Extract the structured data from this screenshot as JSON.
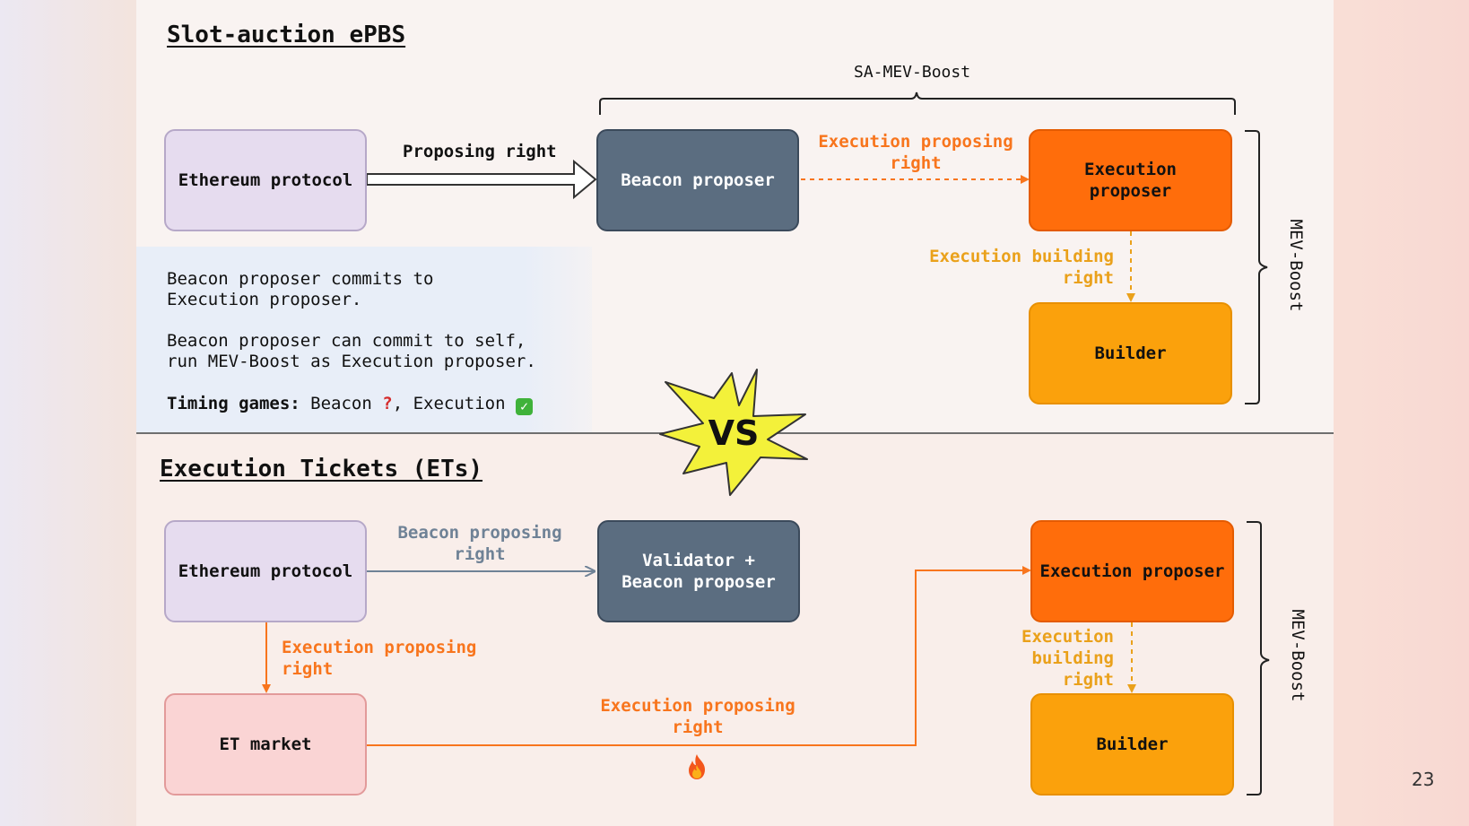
{
  "top": {
    "title": "Slot-auction ePBS",
    "brace_label": "SA-MEV-Boost",
    "side_label": "MEV-Boost",
    "eth_box": "Ethereum protocol",
    "beacon_box": "Beacon proposer",
    "exec_box": "Execution\nproposer",
    "builder_box": "Builder",
    "arrow_proposing": "Proposing right",
    "arrow_exec_proposing": "Execution proposing\nright",
    "arrow_exec_building": "Execution building\nright",
    "notes": {
      "line1": "Beacon proposer commits to\nExecution proposer.",
      "line2": "Beacon proposer can commit to self,\nrun MEV-Boost as Execution proposer.",
      "timing_label": "Timing games:",
      "timing_beacon": "Beacon",
      "timing_beacon_mark": "?",
      "timing_exec": ", Execution",
      "timing_exec_mark": "✓"
    }
  },
  "vs": "VS",
  "bottom": {
    "title": "Execution Tickets (ETs)",
    "side_label": "MEV-Boost",
    "eth_box": "Ethereum protocol",
    "validator_box": "Validator +\nBeacon proposer",
    "exec_box": "Execution proposer",
    "builder_box": "Builder",
    "et_box": "ET market",
    "arrow_beacon_proposing": "Beacon proposing\nright",
    "arrow_exec_proposing_left": "Execution proposing\nright",
    "arrow_exec_proposing_mid": "Execution proposing\nright",
    "arrow_exec_building": "Execution\nbuilding\nright"
  },
  "page_number": "23",
  "colors": {
    "orange": "#f8751d",
    "yellow": "#eaa11b",
    "slate": "#6f8296",
    "beacon_box": "#5b6d80",
    "exec_box": "#ff6d0b",
    "builder_box": "#fba10c",
    "vs_star": "#f3f13a"
  },
  "icons": {
    "fire": "fire-icon",
    "check": "check-icon",
    "vs": "vs-starburst-icon"
  }
}
